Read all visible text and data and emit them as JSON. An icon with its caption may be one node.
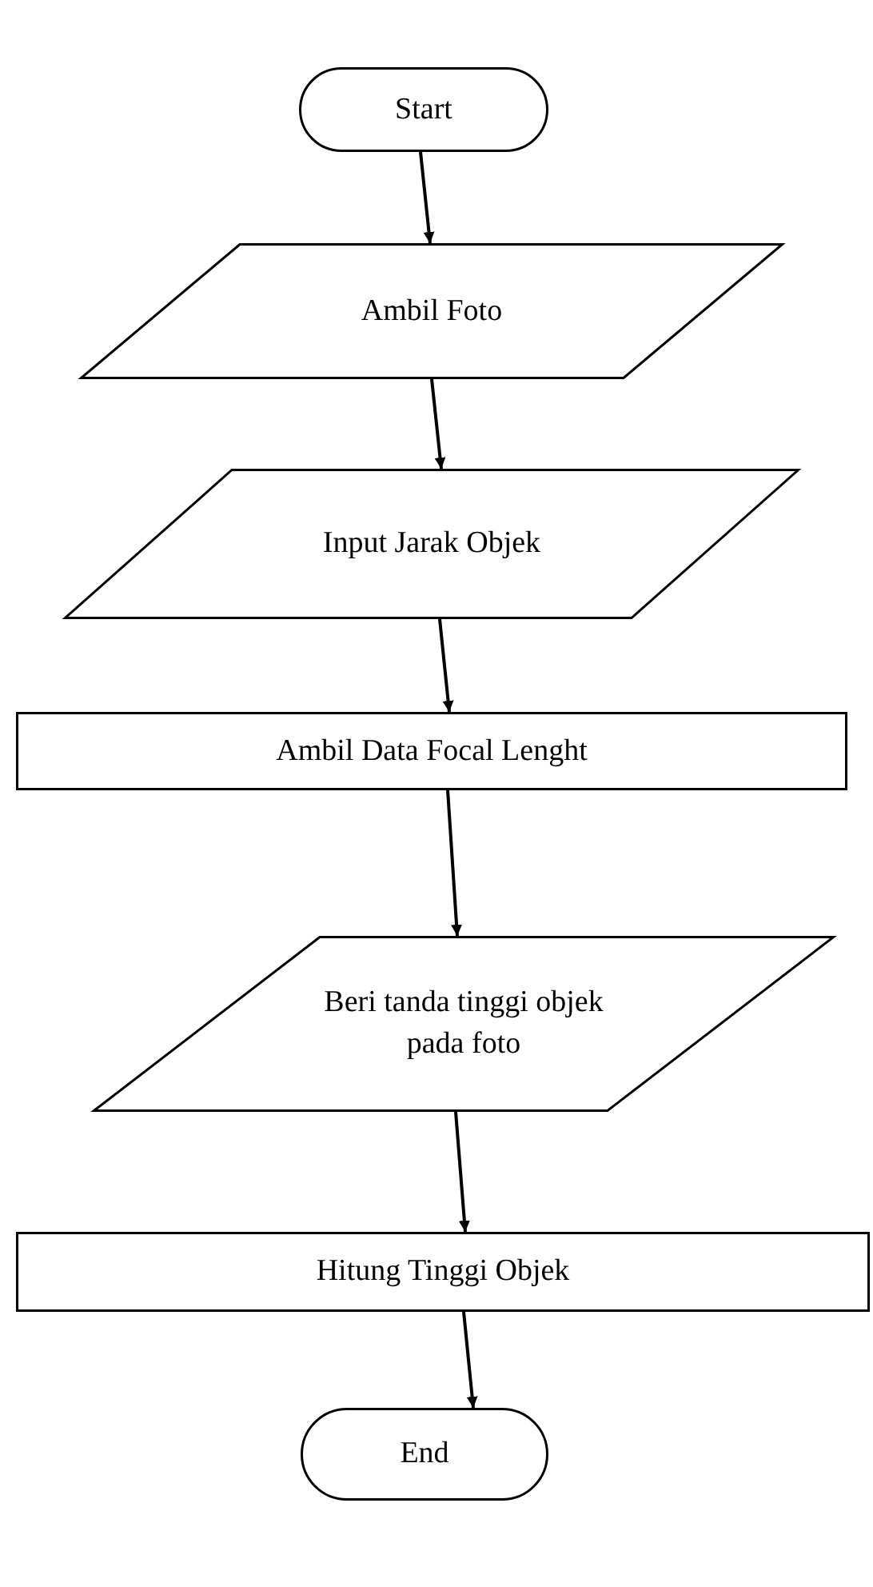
{
  "diagram": {
    "nodes": [
      {
        "text": [
          "Start"
        ]
      },
      {
        "text": [
          "Ambil Foto"
        ]
      },
      {
        "text": [
          "Input Jarak Objek"
        ]
      },
      {
        "text": [
          "Ambil Data Focal Lenght"
        ]
      },
      {
        "text": [
          "Beri tanda tinggi objek pada foto"
        ]
      },
      {
        "text": [
          "Hitung Tinggi Objek"
        ]
      },
      {
        "text": [
          "End"
        ]
      }
    ],
    "edges": [
      {
        "from": 0,
        "to": 1,
        "arrow": "to"
      },
      {
        "from": 1,
        "to": 2,
        "arrow": "to"
      },
      {
        "from": 2,
        "to": 3,
        "arrow": "to"
      },
      {
        "from": 3,
        "to": 4,
        "arrow": "to"
      },
      {
        "from": 4,
        "to": 5,
        "arrow": "to"
      },
      {
        "from": 5,
        "to": 6,
        "arrow": "to"
      }
    ]
  }
}
